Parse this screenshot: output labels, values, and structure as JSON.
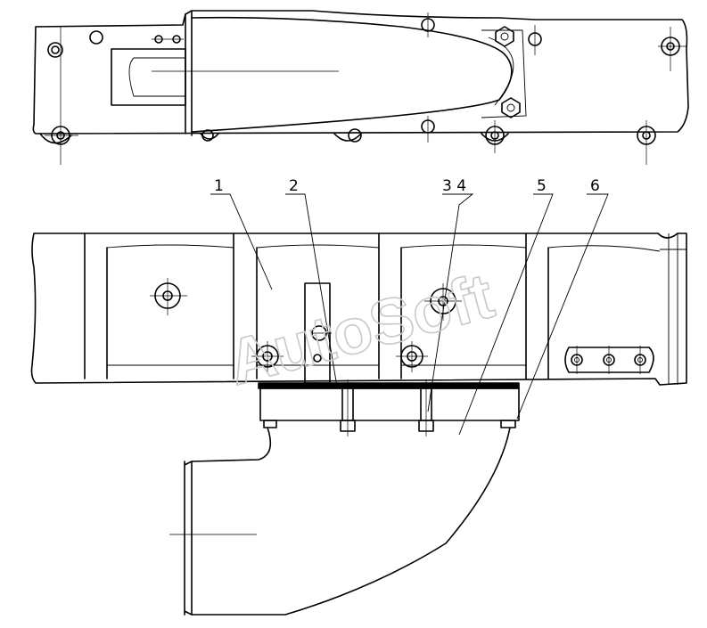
{
  "labels": {
    "p1": "1",
    "p2": "2",
    "p34": "3 4",
    "p5": "5",
    "p6": "6"
  },
  "watermark": "AutoSoft",
  "colors": {
    "line": "#000000",
    "watermark": "#c9c9c9",
    "background": "#ffffff"
  }
}
